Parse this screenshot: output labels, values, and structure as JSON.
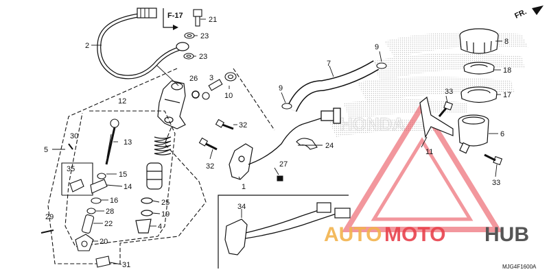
{
  "diagram": {
    "nav_ref": "F-17",
    "direction_label": "FR.",
    "drawing_code": "MJG4F1600A",
    "watermark": {
      "part1": "AUTO",
      "part2": "MOTO",
      "part3": "HUB"
    },
    "colors": {
      "line": "#111111",
      "dots": "#c9c9c9",
      "triangle": "#e8414c",
      "wm_orange": "#f2b24d",
      "wm_gray": "#555555"
    },
    "callouts": [
      {
        "num": "1"
      },
      {
        "num": "2"
      },
      {
        "num": "3"
      },
      {
        "num": "4"
      },
      {
        "num": "5"
      },
      {
        "num": "6"
      },
      {
        "num": "7"
      },
      {
        "num": "8"
      },
      {
        "num": "9"
      },
      {
        "num": "9"
      },
      {
        "num": "10"
      },
      {
        "num": "11"
      },
      {
        "num": "12"
      },
      {
        "num": "13"
      },
      {
        "num": "14"
      },
      {
        "num": "15"
      },
      {
        "num": "16"
      },
      {
        "num": "17"
      },
      {
        "num": "18"
      },
      {
        "num": "19"
      },
      {
        "num": "20"
      },
      {
        "num": "21"
      },
      {
        "num": "22"
      },
      {
        "num": "23"
      },
      {
        "num": "23"
      },
      {
        "num": "24"
      },
      {
        "num": "25"
      },
      {
        "num": "26"
      },
      {
        "num": "27"
      },
      {
        "num": "28"
      },
      {
        "num": "29"
      },
      {
        "num": "30"
      },
      {
        "num": "31"
      },
      {
        "num": "32"
      },
      {
        "num": "32"
      },
      {
        "num": "33"
      },
      {
        "num": "33"
      },
      {
        "num": "34"
      },
      {
        "num": "35"
      }
    ]
  }
}
